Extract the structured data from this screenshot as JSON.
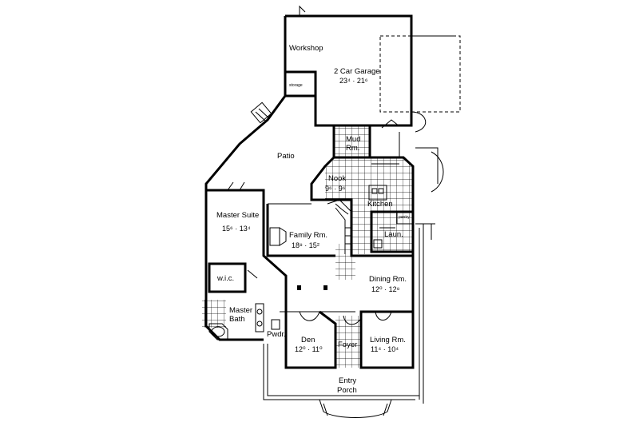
{
  "rooms": {
    "workshop": {
      "name": "Workshop"
    },
    "garage": {
      "name": "2 Car Garage",
      "dim": "23⁴ · 21⁶"
    },
    "storage": {
      "name": "storage"
    },
    "mud": {
      "name": "Mud",
      "name2": "Rm."
    },
    "patio": {
      "name": "Patio"
    },
    "nook": {
      "name": "Nook",
      "dim": "9⁶ · 9⁶"
    },
    "kitchen": {
      "name": "Kitchen"
    },
    "pantry": {
      "name": "pantry"
    },
    "master_suite": {
      "name": "Master Suite",
      "dim": "15⁶ · 13⁴"
    },
    "family": {
      "name": "Family Rm.",
      "dim": "18⁸ · 15²"
    },
    "laun": {
      "name": "Laun."
    },
    "wic": {
      "name": "w.i.c."
    },
    "dining": {
      "name": "Dining Rm.",
      "dim": "12⁰ · 12⁸"
    },
    "master_bath": {
      "name": "Master",
      "name2": "Bath"
    },
    "pwdr": {
      "name": "Pwdr."
    },
    "den": {
      "name": "Den",
      "dim": "12⁰ · 11⁰"
    },
    "foyer": {
      "name": "Foyer"
    },
    "living": {
      "name": "Living Rm.",
      "dim": "11⁴ · 10⁴"
    },
    "entry": {
      "name": "Entry",
      "name2": "Porch"
    }
  }
}
